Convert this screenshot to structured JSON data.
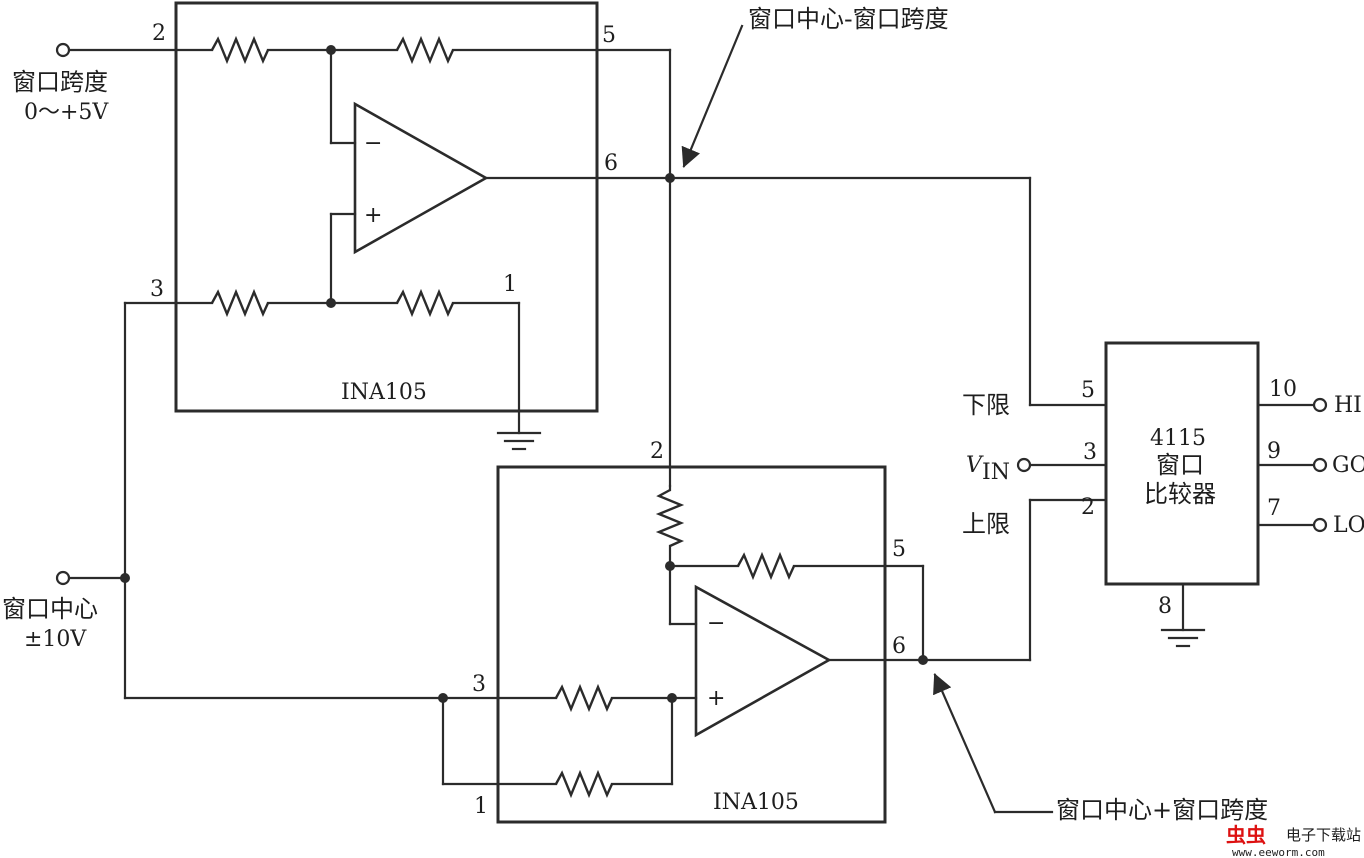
{
  "labels": {
    "top_arrow": "窗口中心-窗口跨度",
    "bottom_arrow": "窗口中心+窗口跨度",
    "span_input_line1": "窗口跨度",
    "span_input_line2": "0～+5V",
    "center_input_line1": "窗口中心",
    "center_input_line2": "±10V",
    "lower_limit": "下限",
    "upper_limit": "上限",
    "vin_main": "V",
    "vin_sub": "IN"
  },
  "ina_top": {
    "name": "INA105",
    "pins": {
      "p2": "2",
      "p3": "3",
      "p5": "5",
      "p6": "6",
      "p1": "1"
    },
    "minus": "−",
    "plus": "+"
  },
  "ina_bottom": {
    "name": "INA105",
    "pins": {
      "p2": "2",
      "p3": "3",
      "p5": "5",
      "p6": "6",
      "p1": "1"
    },
    "minus": "−",
    "plus": "+"
  },
  "comparator": {
    "line1": "4115",
    "line2": "窗口",
    "line3": "比较器",
    "pins": {
      "p5": "5",
      "p3": "3",
      "p2": "2",
      "p10": "10",
      "p9": "9",
      "p7": "7",
      "p8": "8"
    },
    "outputs": {
      "hi": "HI",
      "go": "GO",
      "lo": "LO"
    }
  },
  "watermark": {
    "brand": "虫虫",
    "tagline": "电子下载站",
    "url": "www.eeworm.com"
  }
}
